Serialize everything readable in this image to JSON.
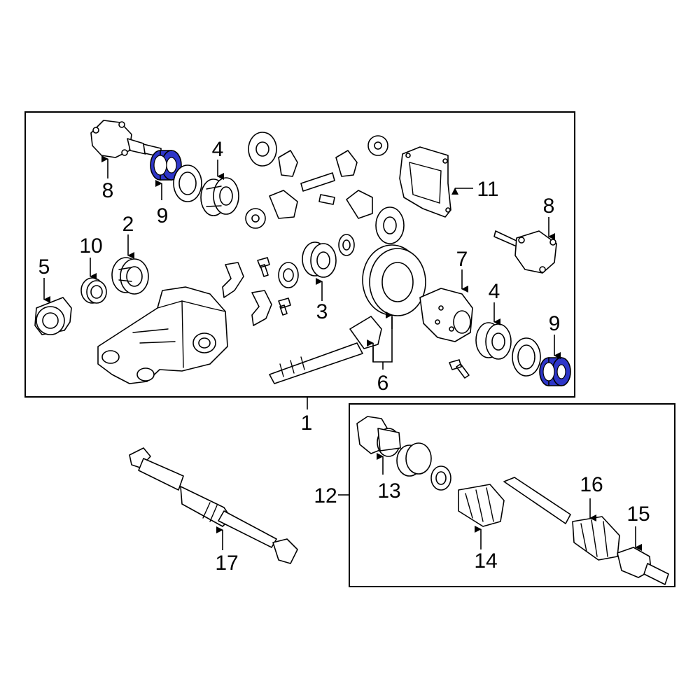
{
  "accent_color": "#2e36c8",
  "callouts": {
    "c1": "1",
    "c2": "2",
    "c3": "3",
    "c4a": "4",
    "c4b": "4",
    "c5": "5",
    "c6": "6",
    "c7": "7",
    "c8a": "8",
    "c8b": "8",
    "c9a": "9",
    "c9b": "9",
    "c10": "10",
    "c11": "11",
    "c12": "12",
    "c13": "13",
    "c14": "14",
    "c15": "15",
    "c16": "16",
    "c17": "17"
  },
  "highlighted_parts": [
    "9"
  ]
}
